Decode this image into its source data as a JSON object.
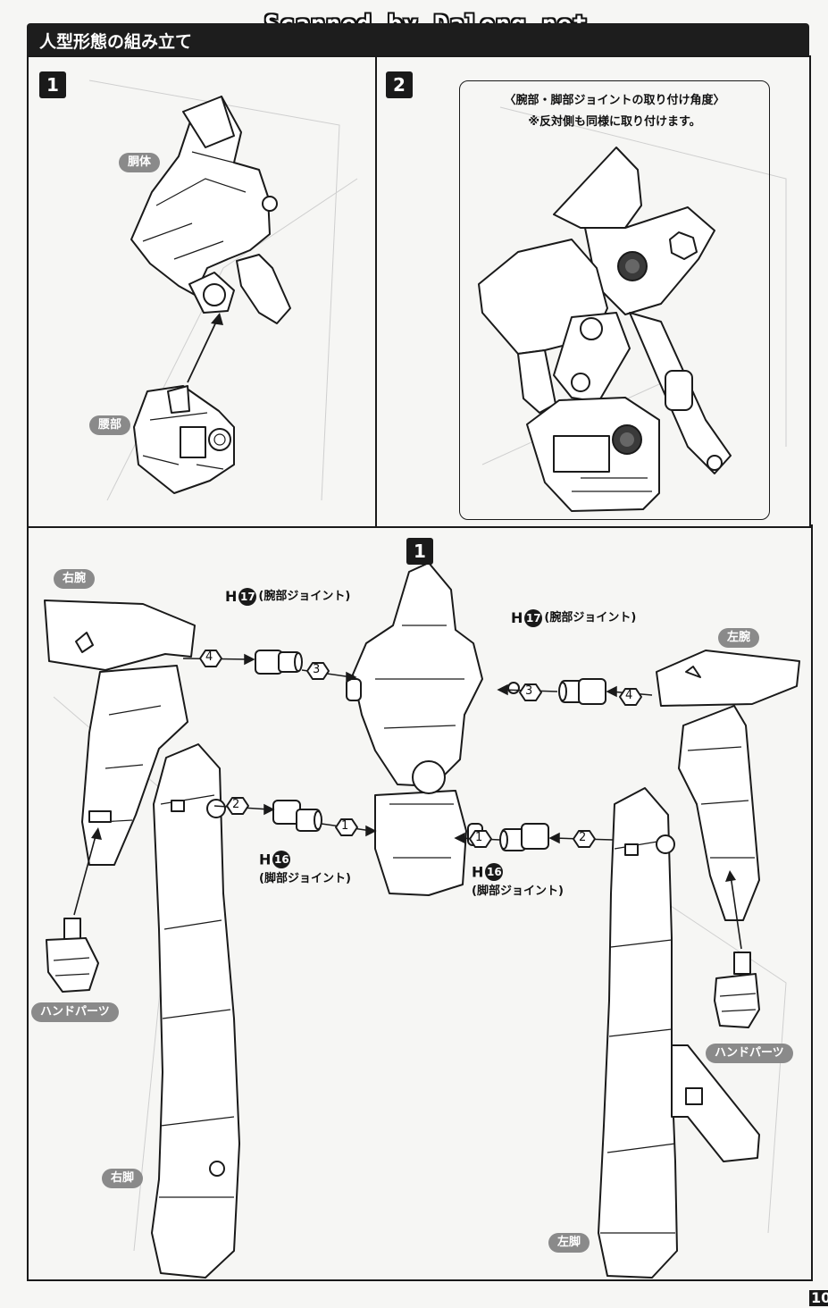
{
  "watermark": "Scanned by Dalong.net",
  "section_title": "人型形態の組み立て",
  "page_number": "10",
  "panel1": {
    "step": "1",
    "labels": {
      "torso": "胴体",
      "waist": "腰部"
    }
  },
  "panel2": {
    "step": "2",
    "callout_title": "〈腕部・脚部ジョイントの取り付け角度〉",
    "callout_note": "※反対側も同様に取り付けます。"
  },
  "panel3": {
    "step_ref": "1",
    "labels": {
      "right_arm": "右腕",
      "left_arm": "左腕",
      "right_hand": "ハンドパーツ",
      "left_hand": "ハンドパーツ",
      "right_leg": "右脚",
      "left_leg": "左脚"
    },
    "arm_joint_left": {
      "runner": "H",
      "number": "17",
      "name": "(腕部ジョイント)"
    },
    "arm_joint_right": {
      "runner": "H",
      "number": "17",
      "name": "(腕部ジョイント)"
    },
    "leg_joint_left": {
      "runner": "H",
      "number": "16",
      "name": "(脚部ジョイント)"
    },
    "leg_joint_right": {
      "runner": "H",
      "number": "16",
      "name": "(脚部ジョイント)"
    },
    "sequence_markers": [
      "4",
      "3",
      "2",
      "1"
    ]
  }
}
